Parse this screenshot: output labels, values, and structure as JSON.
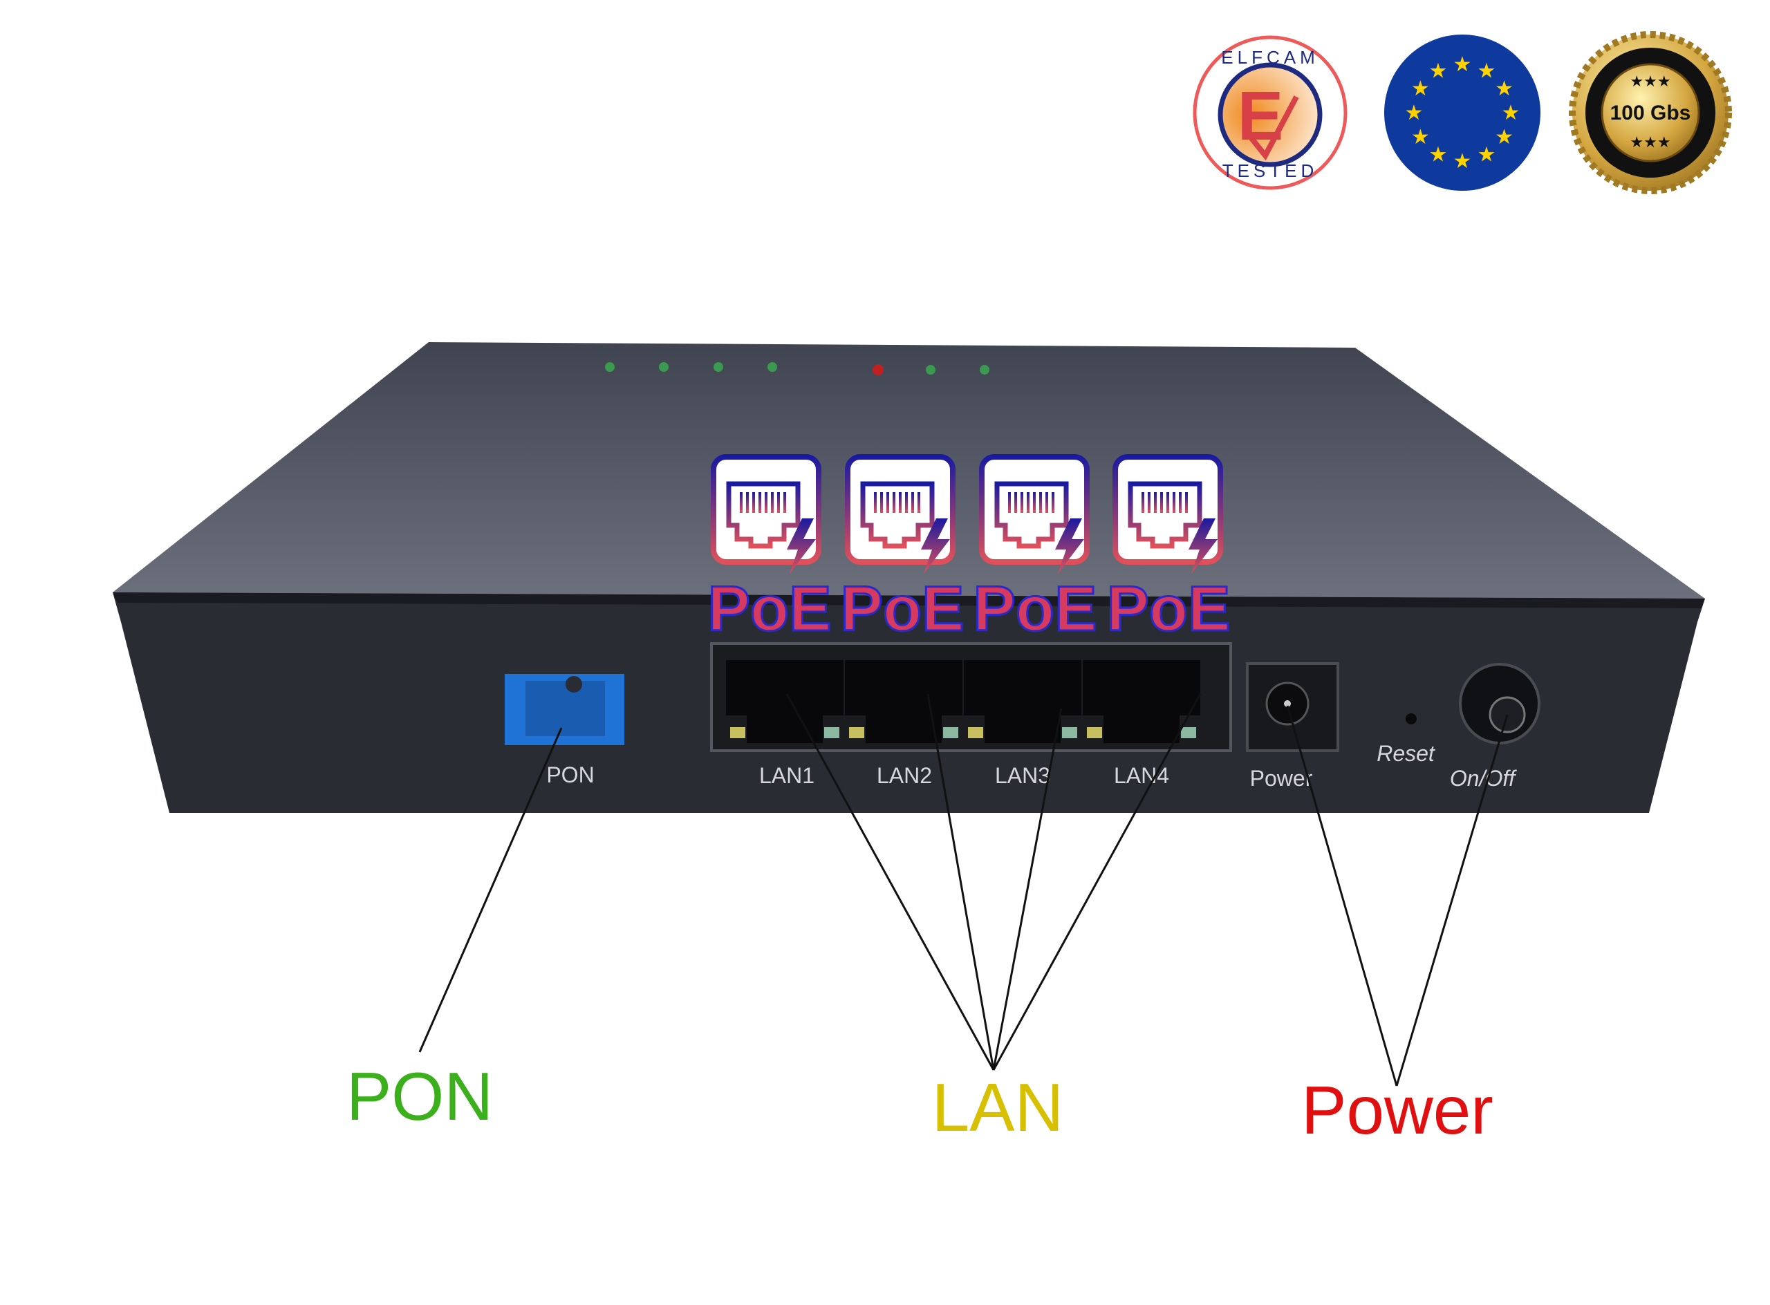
{
  "badges": {
    "elfcam": {
      "top": "ELFCAM",
      "bottom": "TESTED",
      "letter": "E"
    },
    "eu_flag": {
      "stars": 12,
      "color": "#0d3a9c",
      "star_color": "#ffd200"
    },
    "speed_seal": {
      "text": "100 Gbs",
      "stars_top": "★★★",
      "stars_bottom": "★★★"
    }
  },
  "poe_labels": [
    "PoE",
    "PoE",
    "PoE",
    "PoE"
  ],
  "ports": {
    "pon": "PON",
    "lan": [
      "LAN1",
      "LAN2",
      "LAN3",
      "LAN4"
    ],
    "power": "Power",
    "reset": "Reset",
    "on_off": "On/Off"
  },
  "callouts": {
    "pon": {
      "text": "PON",
      "color": "#3cb01c"
    },
    "lan": {
      "text": "LAN",
      "color": "#d6c000"
    },
    "power": {
      "text": "Power",
      "color": "#e01010"
    }
  }
}
